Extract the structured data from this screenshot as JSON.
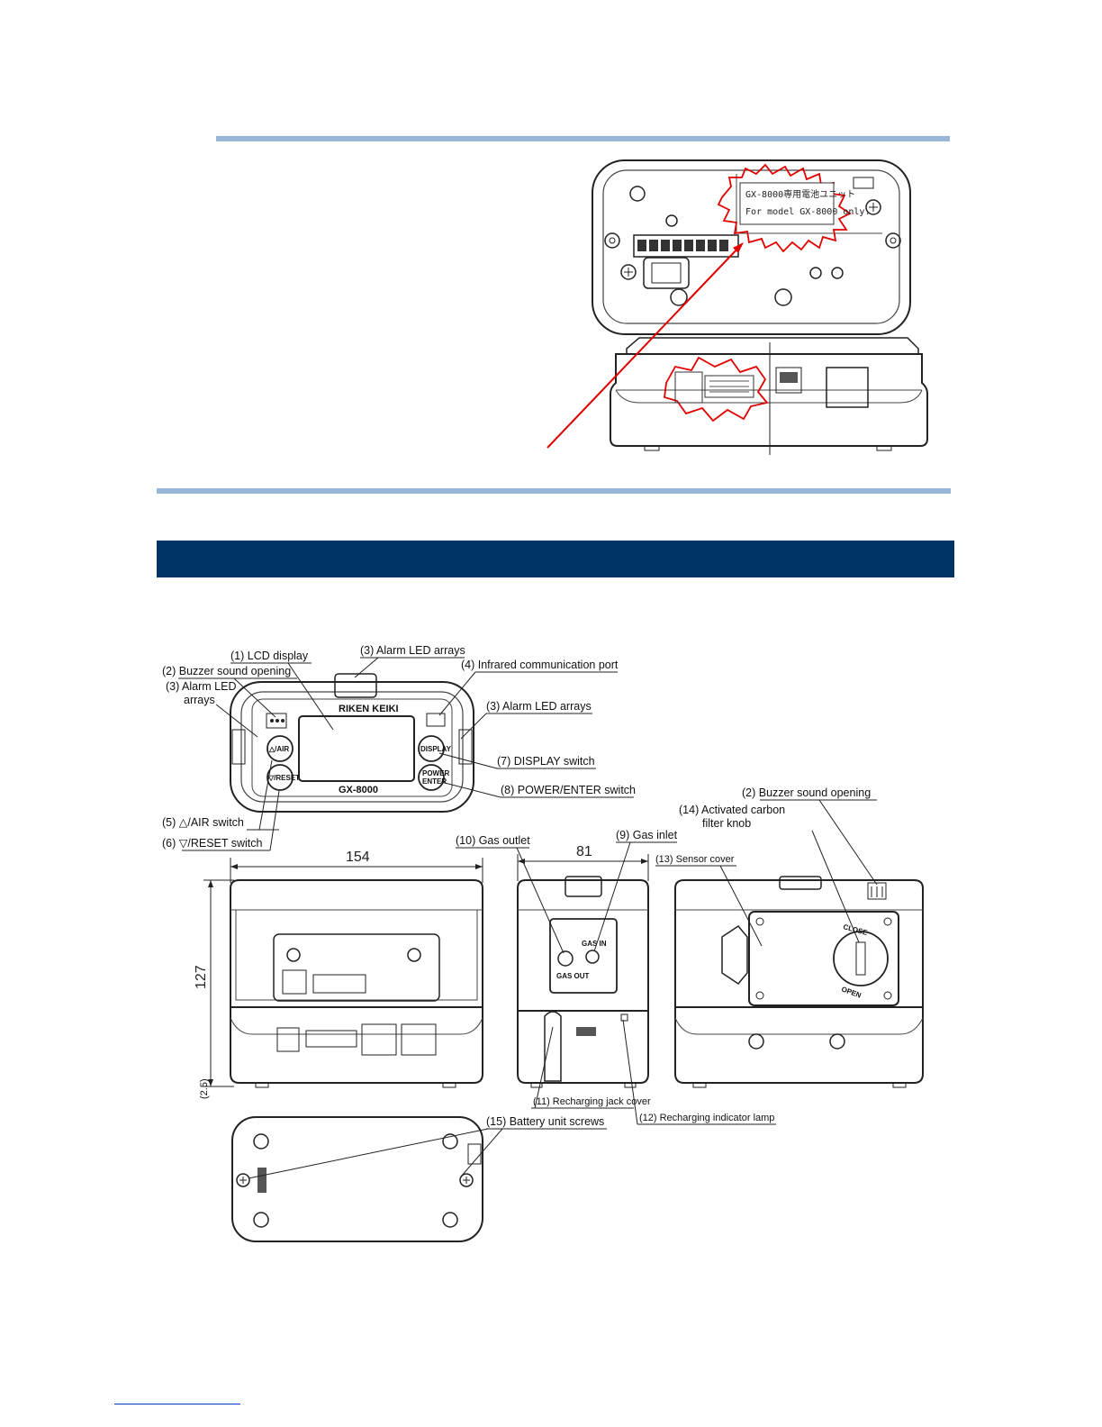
{
  "battery_label": {
    "line1": "GX-8000専用電池ユニット",
    "line2": "For model GX-8000 only."
  },
  "components": {
    "lcd_display": "(1) LCD display",
    "buzzer_front": "(2) Buzzer sound opening",
    "alarm_led_left_line1": "(3) Alarm LED",
    "alarm_led_left_line2": "arrays",
    "alarm_led_top": "(3) Alarm LED arrays",
    "alarm_led_right": "(3) Alarm LED arrays",
    "infrared_port": "(4) Infrared communication port",
    "air_switch": "(5) △/AIR switch",
    "reset_switch": "(6) ▽/RESET switch",
    "display_switch": "(7) DISPLAY switch",
    "power_enter_switch": "(8) POWER/ENTER switch",
    "gas_inlet": "(9) Gas inlet",
    "gas_outlet": "(10) Gas outlet",
    "recharging_jack_cover": "(11) Recharging jack cover",
    "recharging_indicator": "(12) Recharging indicator lamp",
    "sensor_cover": "(13) Sensor cover",
    "carbon_filter_line1": "(14) Activated carbon",
    "carbon_filter_line2": "filter knob",
    "buzzer_side": "(2) Buzzer sound opening",
    "battery_screws": "(15) Battery unit screws"
  },
  "device": {
    "brand": "RIKEN KEIKI",
    "model": "GX-8000",
    "air_btn": "△/AIR",
    "reset_btn": "▽/RESET",
    "display_btn": "DISPLAY",
    "power_btn_line1": "POWER",
    "power_btn_line2": "ENTER",
    "gas_in": "GAS IN",
    "gas_out": "GAS OUT",
    "close": "CLOSE",
    "open": "OPEN"
  },
  "dimensions": {
    "width": "154",
    "depth": "81",
    "height": "127",
    "feet": "(2.5)"
  }
}
